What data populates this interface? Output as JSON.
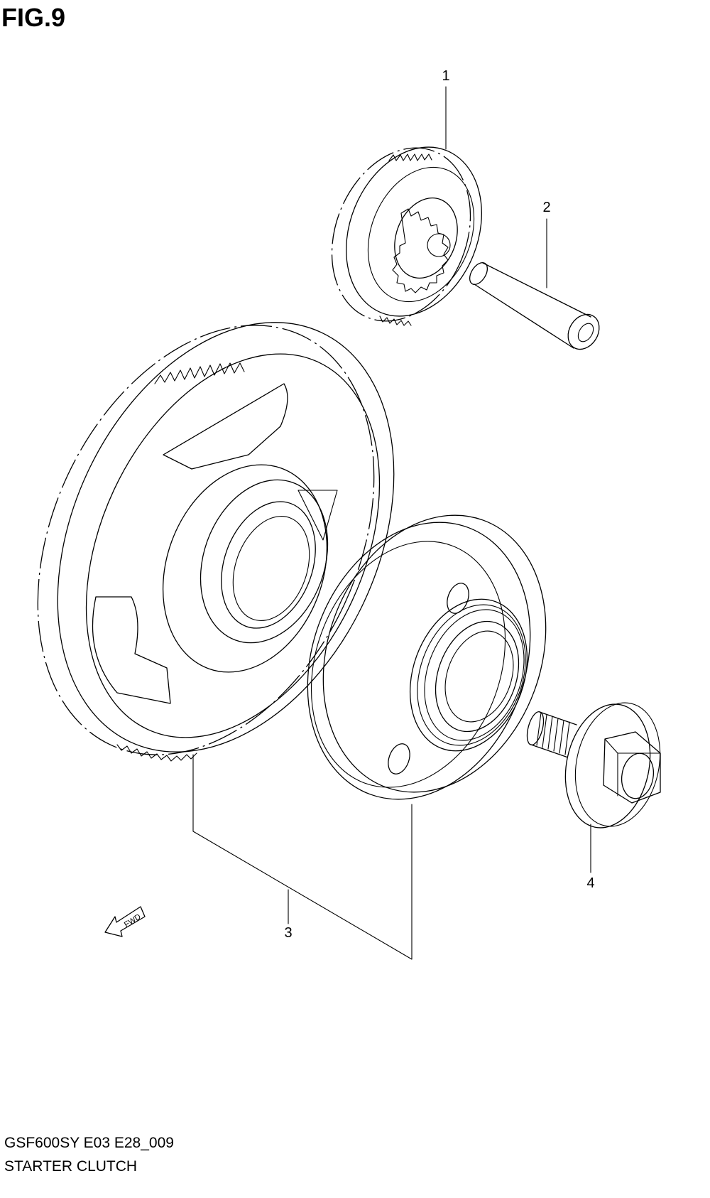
{
  "figure": {
    "title": "FIG.9",
    "model_code": "GSF600SY E03 E28_009",
    "name": "STARTER CLUTCH"
  },
  "callouts": [
    {
      "id": "1"
    },
    {
      "id": "2"
    },
    {
      "id": "3"
    },
    {
      "id": "4"
    }
  ],
  "direction_indicator": {
    "label": "FWD"
  }
}
